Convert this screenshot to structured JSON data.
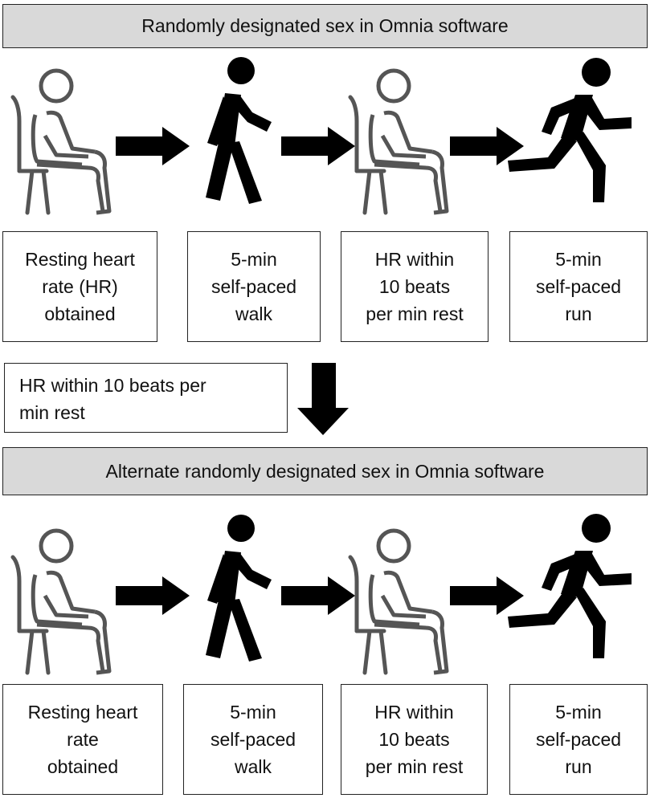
{
  "session_1": {
    "banner": "Randomly designated sex in Omnia software",
    "steps": [
      {
        "label": "Resting heart\nrate (HR)\nobtained",
        "icon": "seated-person-icon"
      },
      {
        "label": "5-min\nself-paced\nwalk",
        "icon": "walking-person-icon"
      },
      {
        "label": "HR within\n10 beats\nper min rest",
        "icon": "seated-person-icon"
      },
      {
        "label": "5-min\nself-paced\nrun",
        "icon": "running-person-icon"
      }
    ]
  },
  "transition": {
    "note": "HR within 10 beats per\nmin rest"
  },
  "session_2": {
    "banner": "Alternate randomly designated sex in Omnia software",
    "steps": [
      {
        "label": "Resting heart\nrate\nobtained",
        "icon": "seated-person-icon"
      },
      {
        "label": "5-min\nself-paced\nwalk",
        "icon": "walking-person-icon"
      },
      {
        "label": "HR within\n10 beats\nper min rest",
        "icon": "seated-person-icon"
      },
      {
        "label": "5-min\nself-paced\nrun",
        "icon": "running-person-icon"
      }
    ]
  },
  "colors": {
    "banner_fill": "#d9d9d9",
    "seated_icon_stroke": "#555555",
    "figure_fill": "#000000",
    "arrow_fill": "#000000"
  }
}
